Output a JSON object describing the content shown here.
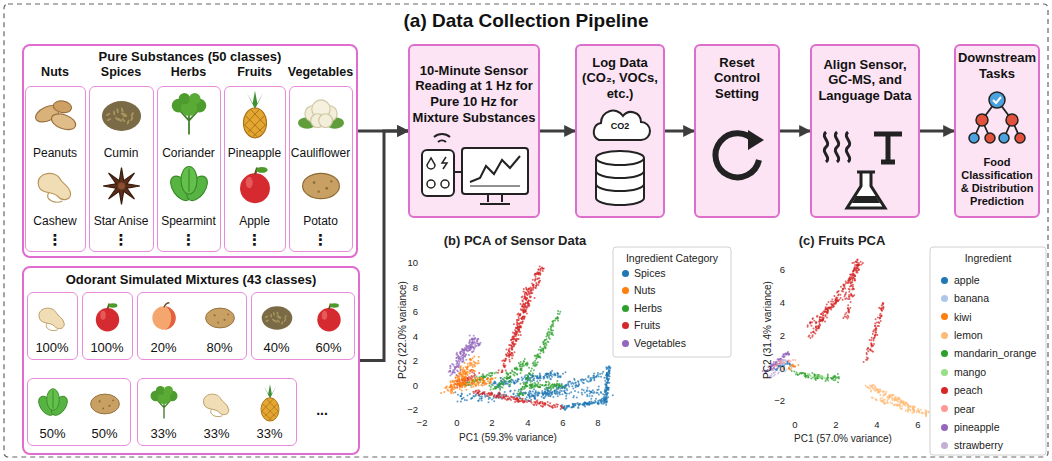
{
  "diagram": {
    "title": "(a) Data Collection Pipeline",
    "nodes": [
      {
        "text": [
          "Pure Substances (50 classes)"
        ]
      },
      {
        "text": [
          "Nuts",
          "Peanuts",
          "Cashew",
          "⋮"
        ],
        "in": 0
      },
      {
        "text": [
          "Spices",
          "Cumin",
          "Star Anise",
          "⋮"
        ],
        "in": 0
      },
      {
        "text": [
          "Herbs",
          "Coriander",
          "Spearmint",
          "⋮"
        ],
        "in": 0
      },
      {
        "text": [
          "Fruits",
          "Pineapple",
          "Apple",
          "⋮"
        ],
        "in": 0
      },
      {
        "text": [
          "Vegetables",
          "Cauliflower",
          "Potato",
          "⋮"
        ],
        "in": 0
      },
      {
        "text": [
          "Odorant Simulated Mixtures (43 classes)",
          "..."
        ]
      },
      {
        "text": [
          "100%"
        ],
        "in": 6
      },
      {
        "text": [
          "100%"
        ],
        "in": 6
      },
      {
        "text": [
          "20%",
          "80%"
        ],
        "in": 6
      },
      {
        "text": [
          "40%",
          "60%"
        ],
        "in": 6
      },
      {
        "text": [
          "50%",
          "50%"
        ],
        "in": 6
      },
      {
        "text": [
          "33%",
          "33%",
          "33%"
        ],
        "in": 6
      },
      {
        "text": [
          "10-Minute Sensor Reading at 1 Hz for Pure 10 Hz for Mixture Substances"
        ]
      },
      {
        "text": [
          "Log Data (CO₂, VOCs, etc.)",
          "CO2"
        ]
      },
      {
        "text": [
          "Reset Control Setting"
        ]
      },
      {
        "text": [
          "Align Sensor, GC-MS, and Language Data"
        ]
      },
      {
        "text": [
          "Downstream Tasks",
          "Food Classification & Distribution Prediction"
        ]
      }
    ],
    "edges": [
      {
        "from": 0,
        "to": 13,
        "arrow": "to"
      },
      {
        "from": 6,
        "to": 13,
        "arrow": "to"
      },
      {
        "from": 13,
        "to": 14,
        "arrow": "to"
      },
      {
        "from": 14,
        "to": 15,
        "arrow": "to"
      },
      {
        "from": 15,
        "to": 16,
        "arrow": "to"
      },
      {
        "from": 16,
        "to": 17,
        "arrow": "to"
      }
    ],
    "labels": [
      "(b) PCA of Sensor Data",
      "Ingredient Category",
      "10",
      "8",
      "6",
      "4",
      "2",
      "0",
      "−2",
      "−2",
      "0",
      "2",
      "4",
      "6",
      "8",
      "PC1 (59.3% variance)",
      "PC2 (22.0% variance)",
      "(c) Fruits PCA",
      "Ingredient",
      "6",
      "4",
      "2",
      "0",
      "−2",
      "0",
      "2",
      "4",
      "6",
      "PC1 (57.0% variance)",
      "PC2 (31.4% variance)"
    ],
    "legend": [
      {
        "text": "Spices",
        "color": "#1f77b4"
      },
      {
        "text": "Nuts",
        "color": "#ff7f0e"
      },
      {
        "text": "Herbs",
        "color": "#2ca02c"
      },
      {
        "text": "Fruits",
        "color": "#d62728"
      },
      {
        "text": "Vegetables",
        "color": "#9467bd"
      },
      {
        "text": "apple",
        "color": "#1f77b4"
      },
      {
        "text": "banana",
        "color": "#aec7e8"
      },
      {
        "text": "kiwi",
        "color": "#ff7f0e"
      },
      {
        "text": "lemon",
        "color": "#ffbb78"
      },
      {
        "text": "mandarin_orange",
        "color": "#2ca02c"
      },
      {
        "text": "mango",
        "color": "#98df8a"
      },
      {
        "text": "peach",
        "color": "#d62728"
      },
      {
        "text": "pear",
        "color": "#ff9896"
      },
      {
        "text": "pineapple",
        "color": "#9467bd"
      },
      {
        "text": "strawberry",
        "color": "#c5b0d5"
      }
    ]
  }
}
